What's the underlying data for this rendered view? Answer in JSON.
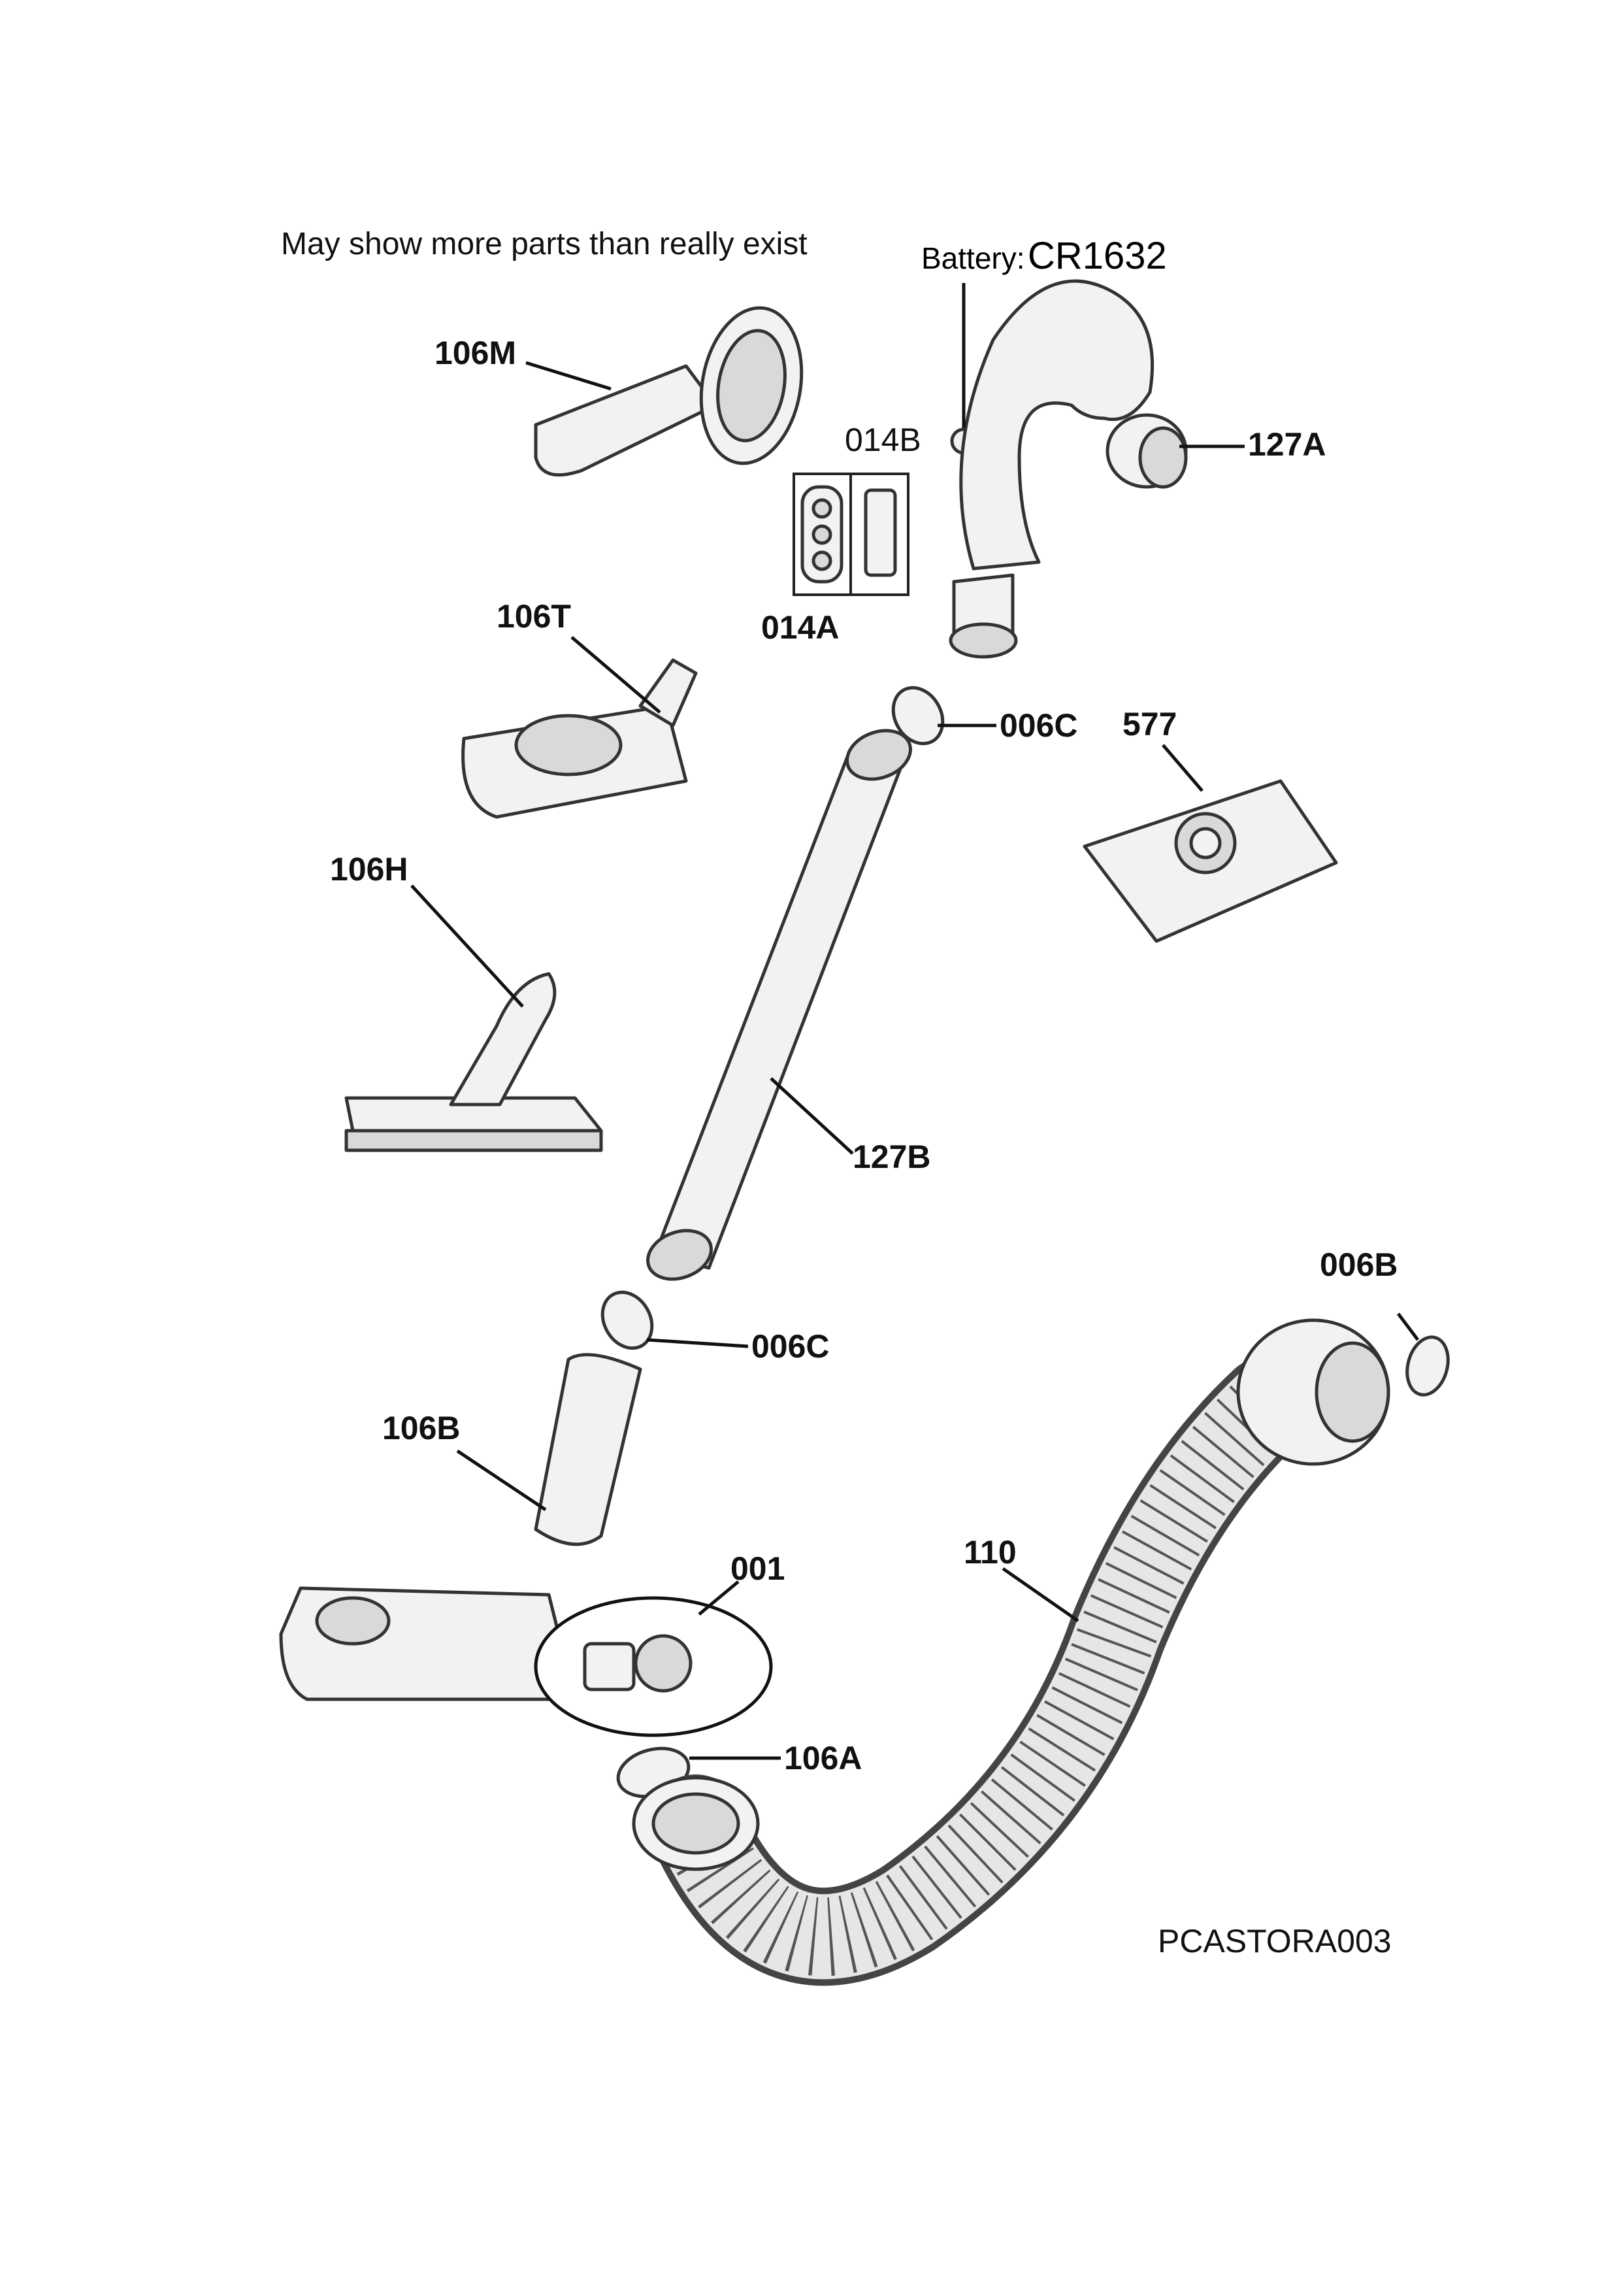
{
  "note": "May show more parts than really exist",
  "battery": {
    "label": "Battery:",
    "model": "CR1632"
  },
  "drawing_code": "PCASTORA003",
  "parts": [
    {
      "code": "106M"
    },
    {
      "code": "014B"
    },
    {
      "code": "127A"
    },
    {
      "code": "014A"
    },
    {
      "code": "106T"
    },
    {
      "code": "006C"
    },
    {
      "code": "577"
    },
    {
      "code": "106H"
    },
    {
      "code": "127B"
    },
    {
      "code": "006B"
    },
    {
      "code": "006C"
    },
    {
      "code": "106B"
    },
    {
      "code": "001"
    },
    {
      "code": "110"
    },
    {
      "code": "106A"
    }
  ]
}
